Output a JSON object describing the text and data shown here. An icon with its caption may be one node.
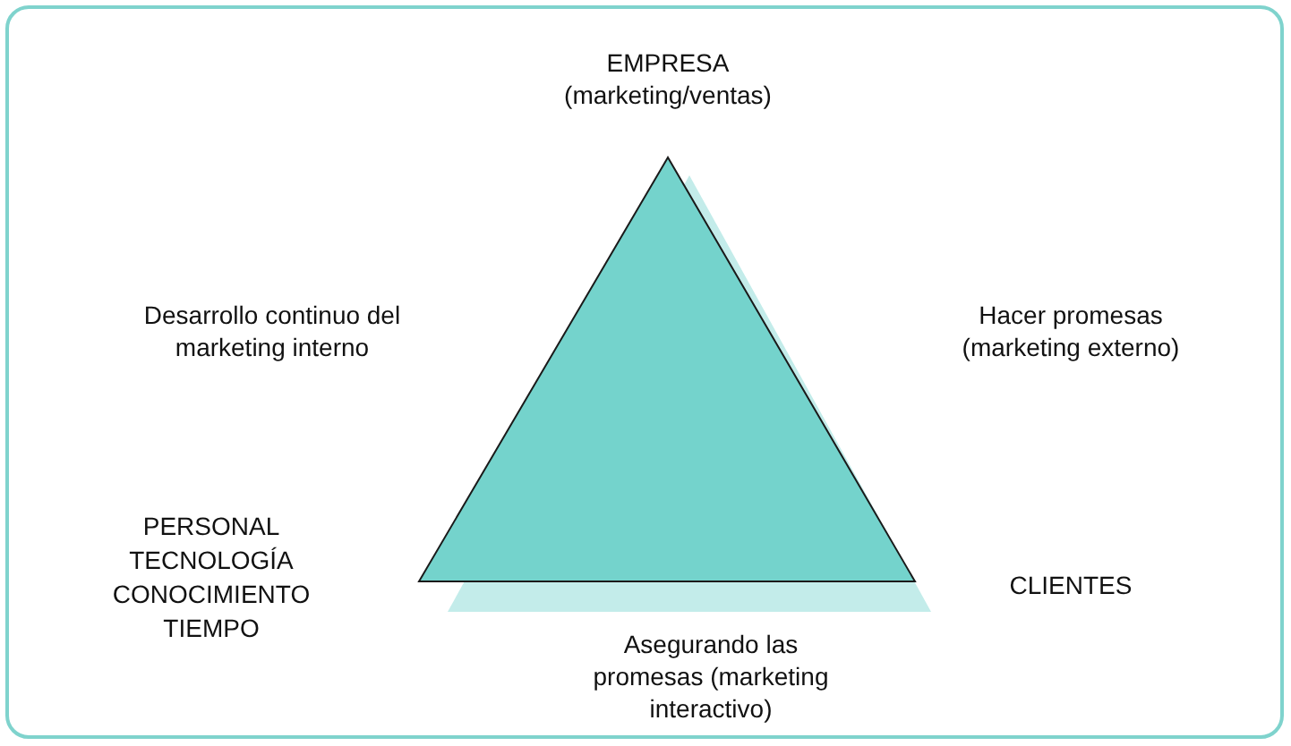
{
  "diagram": {
    "labels": [
      "EMPRESA",
      "(marketing/ventas)",
      "Desarrollo continuo del marketing interno",
      "Hacer promesas",
      "(marketing externo)",
      "PERSONAL",
      "TECNOLOGÍA",
      "CONOCIMIENTO",
      "TIEMPO",
      "CLIENTES",
      "Asegurando las promesas (marketing interactivo)"
    ]
  }
}
